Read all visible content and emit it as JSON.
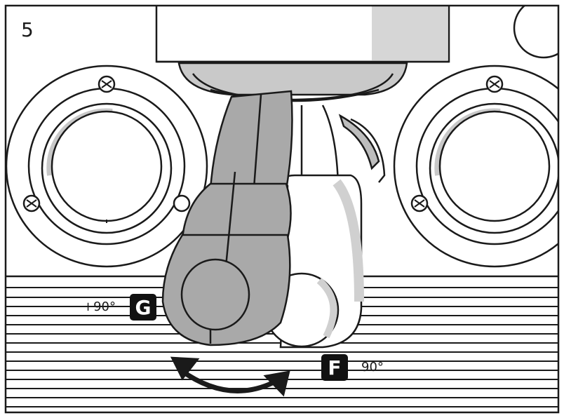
{
  "step": "5",
  "labels": {
    "g": {
      "letter": "G",
      "angle": "+90°"
    },
    "f": {
      "letter": "F",
      "angle": "90°"
    }
  },
  "icons": [
    "rotate-arrow-icon",
    "screw-icon"
  ],
  "colors": {
    "outline": "#1a1a1a",
    "handle": "#a8a8a8",
    "shade": "#d2d2d2",
    "badge": "#111111"
  }
}
